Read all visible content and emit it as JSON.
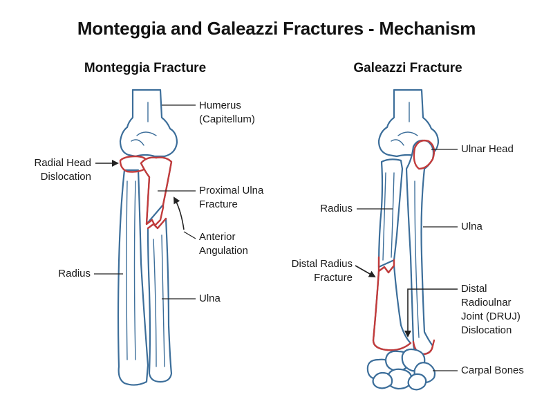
{
  "title": "Monteggia and Galeazzi Fractures - Mechanism",
  "panels": {
    "monteggia": {
      "title": "Monteggia Fracture",
      "labels": {
        "humerus": [
          "Humerus",
          "(Capitellum)"
        ],
        "radial_head": [
          "Radial Head",
          "Dislocation"
        ],
        "proximal_ulna": [
          "Proximal Ulna",
          "Fracture"
        ],
        "angulation": [
          "Anterior",
          "Angulation"
        ],
        "radius": [
          "Radius"
        ],
        "ulna": [
          "Ulna"
        ]
      }
    },
    "galeazzi": {
      "title": "Galeazzi Fracture",
      "labels": {
        "ulnar_head": [
          "Ulnar Head"
        ],
        "radius": [
          "Radius"
        ],
        "ulna": [
          "Ulna"
        ],
        "distal_radius": [
          "Distal Radius",
          "Fracture"
        ],
        "druj": [
          "Distal",
          "Radioulnar",
          "Joint (DRUJ)",
          "Dislocation"
        ],
        "carpal": [
          "Carpal Bones"
        ]
      }
    }
  },
  "colors": {
    "bone_outline": "#3c6e9a",
    "fracture": "#c23b3b",
    "leader": "#222222"
  }
}
